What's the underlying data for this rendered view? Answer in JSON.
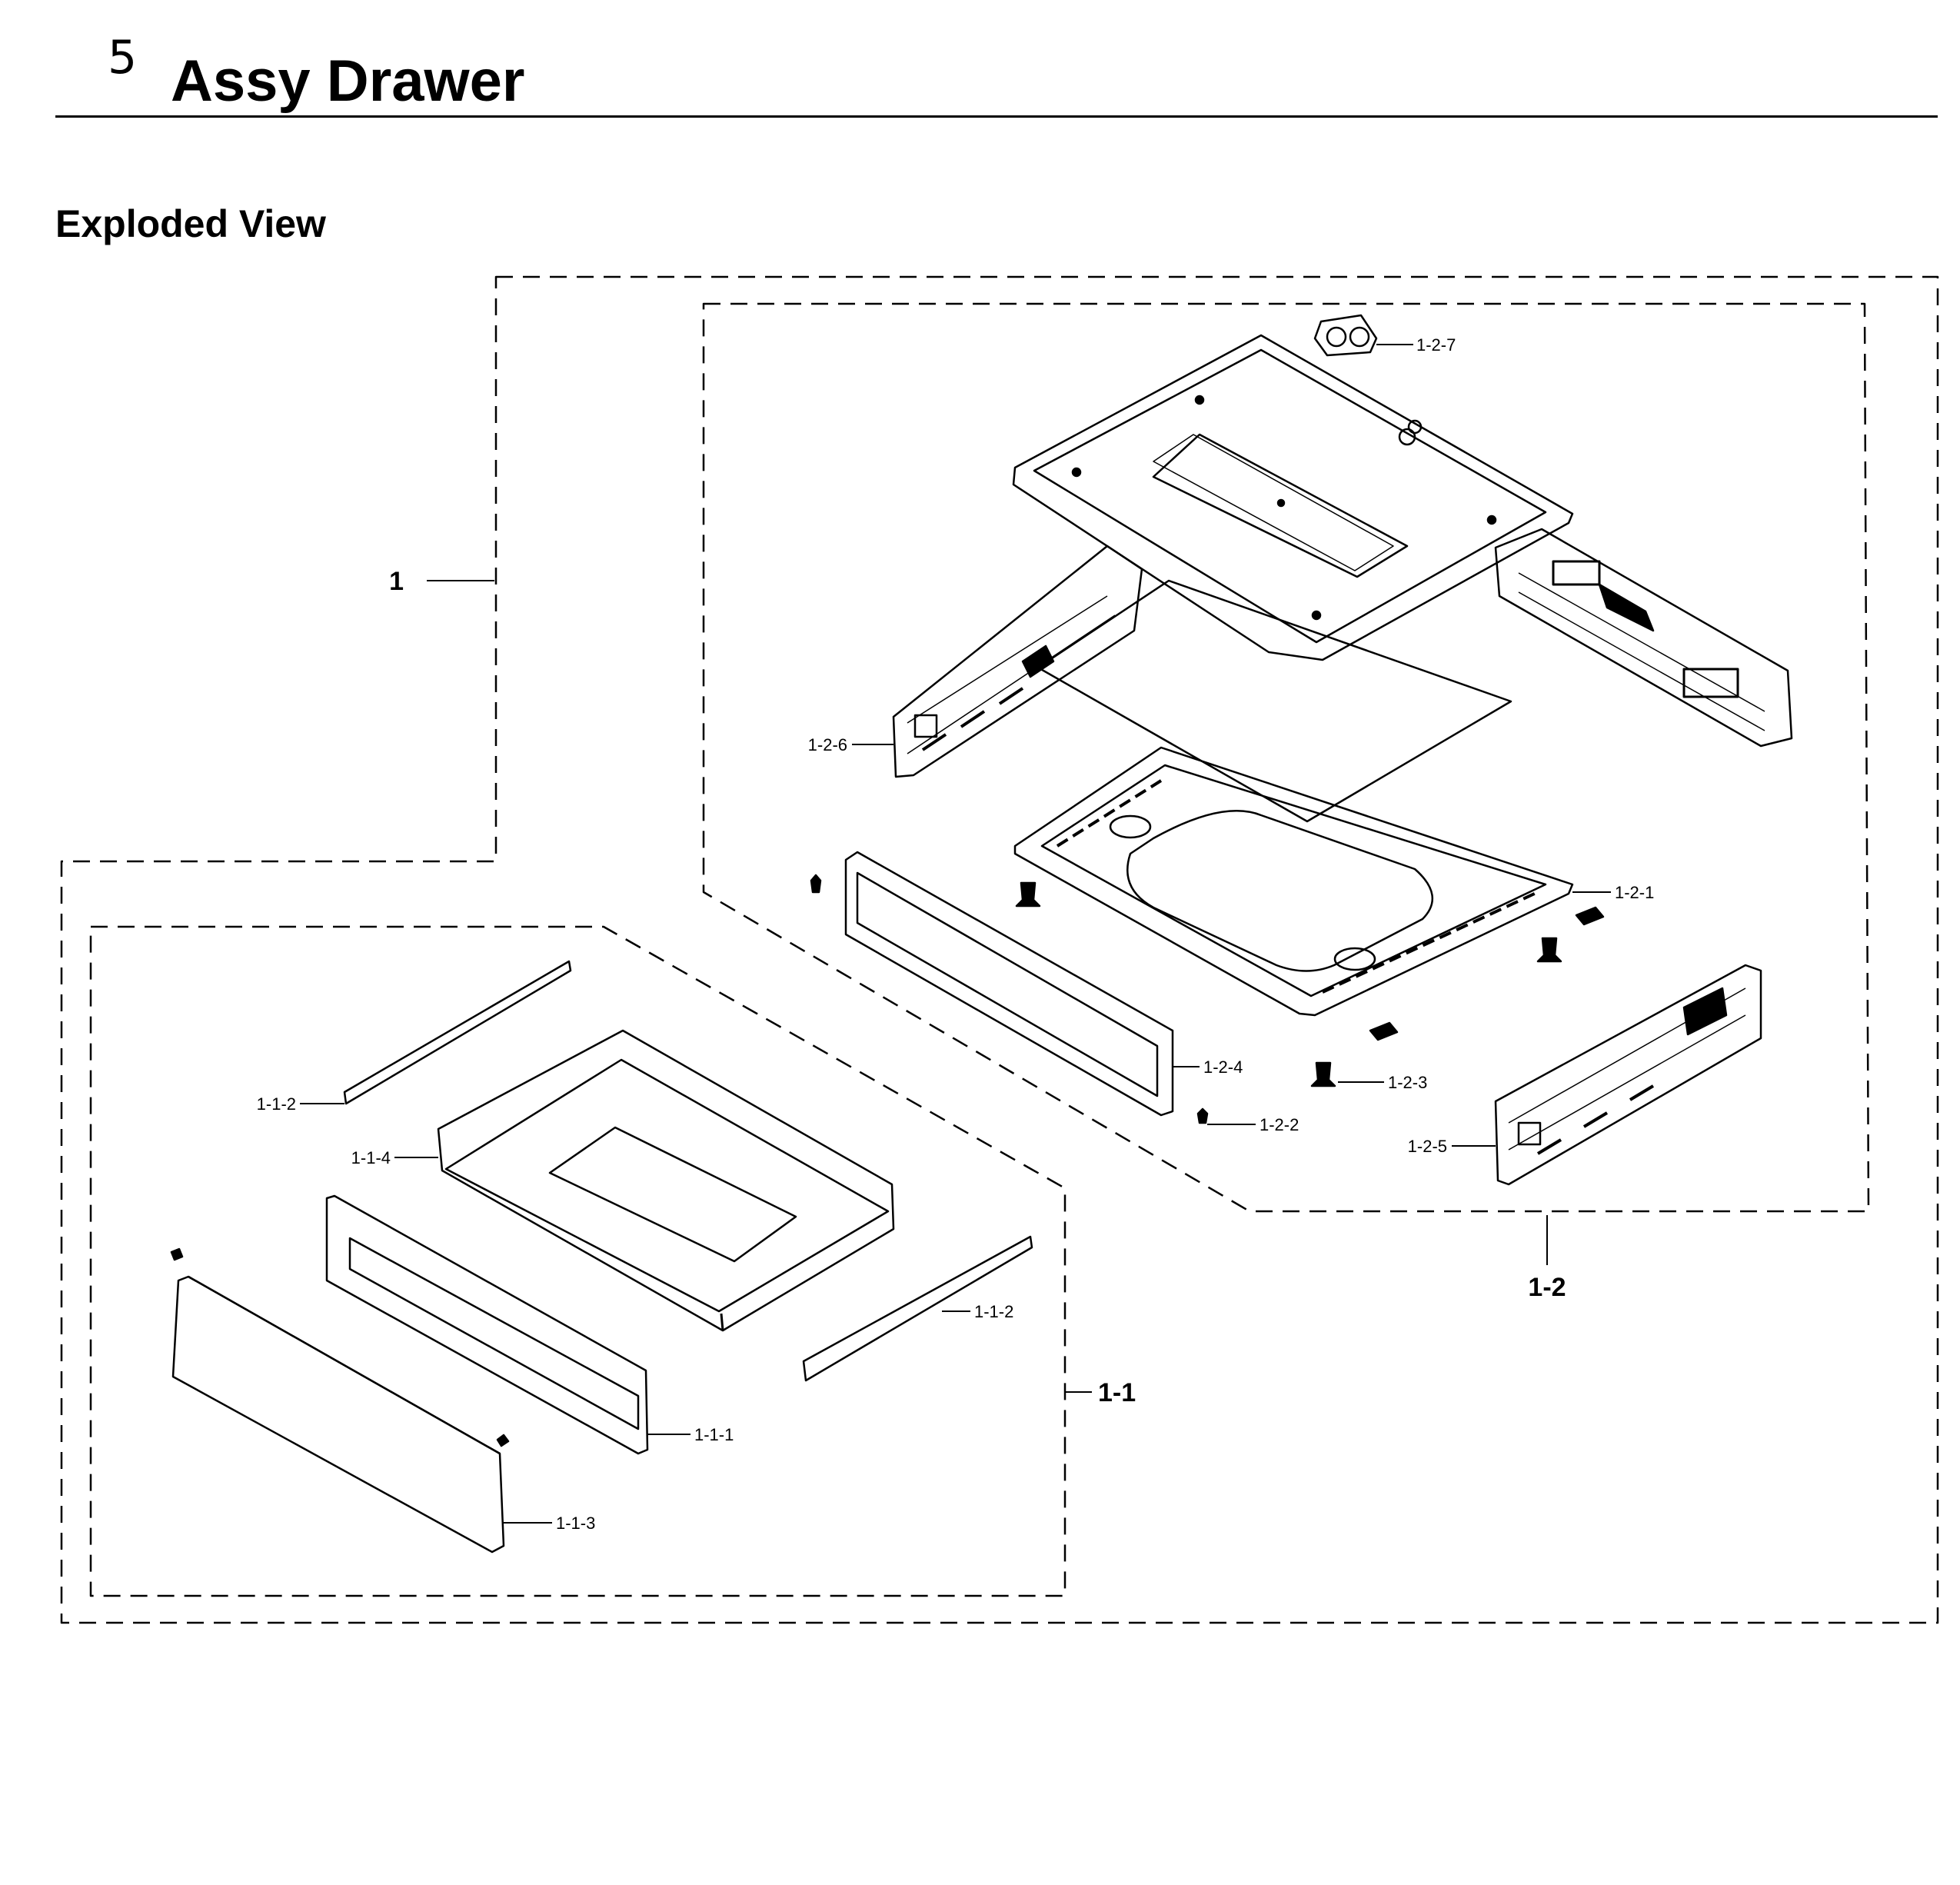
{
  "header": {
    "section_number": "5",
    "section_title": "Assy Drawer",
    "subtitle": "Exploded View"
  },
  "diagram": {
    "type": "exploded-parts-view",
    "callouts": {
      "c1": "1",
      "c1_1": "1-1",
      "c1_2": "1-2",
      "c1_1_1": "1-1-1",
      "c1_1_2a": "1-1-2",
      "c1_1_2b": "1-1-2",
      "c1_1_3": "1-1-3",
      "c1_1_4": "1-1-4",
      "c1_2_1": "1-2-1",
      "c1_2_2": "1-2-2",
      "c1_2_3": "1-2-3",
      "c1_2_4": "1-2-4",
      "c1_2_5": "1-2-5",
      "c1_2_6": "1-2-6",
      "c1_2_7": "1-2-7"
    }
  }
}
